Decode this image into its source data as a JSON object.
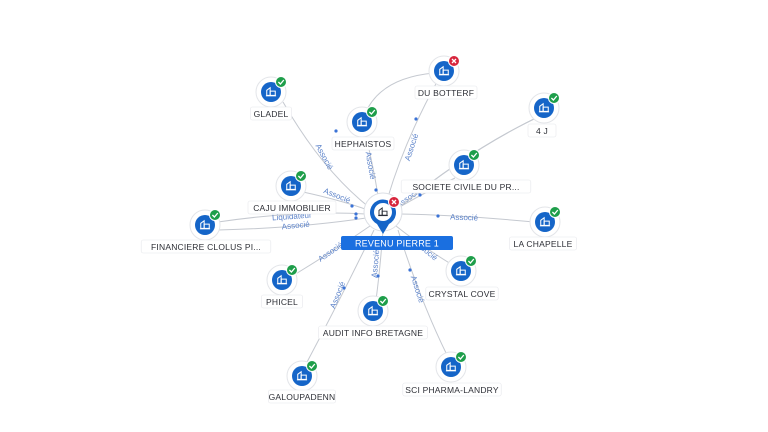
{
  "diagram": {
    "center": {
      "label": "REVENU PIERRE 1",
      "status": "inactive",
      "icon": "building-icon"
    },
    "colors": {
      "node": "#1565c8",
      "active_badge": "#1e9e4a",
      "inactive_badge": "#d7263d",
      "center_label_bg": "#1a6fe0",
      "edge": "#c5c9d0",
      "edge_label": "#5b82c9"
    },
    "nodes": [
      {
        "id": "gladel",
        "label": "GLADEL",
        "status": "active",
        "icon": "building-icon"
      },
      {
        "id": "hephaistos",
        "label": "HEPHAISTOS",
        "status": "active",
        "icon": "building-icon"
      },
      {
        "id": "du-botterf",
        "label": "DU BOTTERF",
        "status": "inactive",
        "icon": "building-icon"
      },
      {
        "id": "4j",
        "label": "4 J",
        "status": "active",
        "icon": "building-icon"
      },
      {
        "id": "societe-civile",
        "label": "SOCIETE CIVILE DU PR...",
        "status": "active",
        "icon": "building-icon"
      },
      {
        "id": "caju",
        "label": "CAJU IMMOBILIER",
        "status": "active",
        "icon": "building-icon"
      },
      {
        "id": "financiere",
        "label": "FINANCIERE CLOLUS PI...",
        "status": "active",
        "icon": "building-icon"
      },
      {
        "id": "la-chapelle",
        "label": "LA CHAPELLE",
        "status": "active",
        "icon": "building-icon"
      },
      {
        "id": "phicel",
        "label": "PHICEL",
        "status": "active",
        "icon": "building-icon"
      },
      {
        "id": "crystal-cove",
        "label": "CRYSTAL COVE",
        "status": "active",
        "icon": "building-icon"
      },
      {
        "id": "audit-info",
        "label": "AUDIT INFO BRETAGNE",
        "status": "active",
        "icon": "building-icon"
      },
      {
        "id": "galoupadenn",
        "label": "GALOUPADENN",
        "status": "active",
        "icon": "building-icon"
      },
      {
        "id": "sci-pharma",
        "label": "SCI PHARMA-LANDRY",
        "status": "active",
        "icon": "building-icon"
      }
    ],
    "edges": [
      {
        "from": "gladel",
        "label": "Associé"
      },
      {
        "from": "hephaistos",
        "label": "Associé"
      },
      {
        "from": "du-botterf",
        "label": "Associé"
      },
      {
        "from": "4j",
        "label": "Associé"
      },
      {
        "from": "societe-civile",
        "label": "Associé"
      },
      {
        "from": "caju",
        "label": "Associé"
      },
      {
        "from": "financiere",
        "label": "Liquidateur"
      },
      {
        "from": "financiere",
        "label": "Associé"
      },
      {
        "from": "la-chapelle",
        "label": "Associé"
      },
      {
        "from": "phicel",
        "label": "Associé"
      },
      {
        "from": "crystal-cove",
        "label": "Associé"
      },
      {
        "from": "audit-info",
        "label": "Associé"
      },
      {
        "from": "galoupadenn",
        "label": "Associé"
      },
      {
        "from": "sci-pharma",
        "label": "Associé"
      }
    ]
  }
}
